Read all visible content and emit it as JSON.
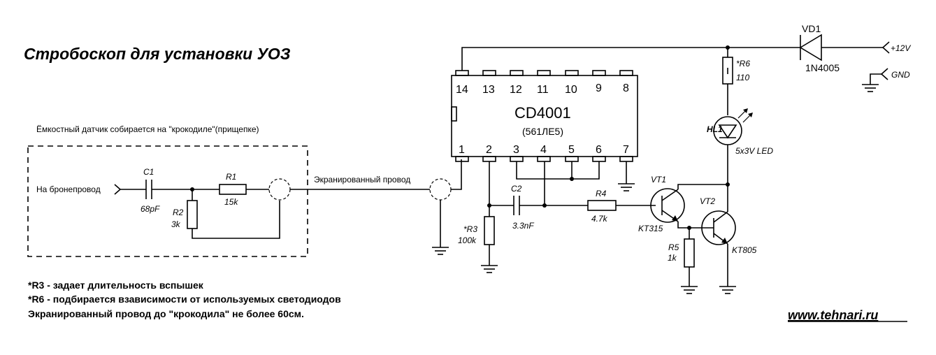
{
  "title": "Стробоскоп для установки УОЗ",
  "sensor_note": "Ёмкостный датчик собирается на \"крокодиле\"(прищепке)",
  "input_label": "На бронепровод",
  "shielded_wire_label": "Экранированный провод",
  "ic": {
    "name": "CD4001",
    "subname": "(561ЛЕ5)",
    "pins_top": [
      "14",
      "13",
      "12",
      "11",
      "10",
      "9",
      "8"
    ],
    "pins_bottom": [
      "1",
      "2",
      "3",
      "4",
      "5",
      "6",
      "7"
    ]
  },
  "components": {
    "c1": {
      "ref": "C1",
      "value": "68pF"
    },
    "r1": {
      "ref": "R1",
      "value": "15k"
    },
    "r2": {
      "ref": "R2",
      "value": "3k"
    },
    "r3": {
      "ref": "*R3",
      "value": "100k"
    },
    "c2": {
      "ref": "C2",
      "value": "3.3nF"
    },
    "r4": {
      "ref": "R4",
      "value": "4.7k"
    },
    "r5": {
      "ref": "R5",
      "value": "1k"
    },
    "r6": {
      "ref": "*R6",
      "value": "110"
    },
    "vd1": {
      "ref": "VD1",
      "value": "1N4005"
    },
    "hl1": {
      "ref": "HL1",
      "value": "5x3V LED"
    },
    "vt1": {
      "ref": "VT1",
      "value": "KT315"
    },
    "vt2": {
      "ref": "VT2",
      "value": "KT805"
    }
  },
  "power": {
    "plus": "+12V",
    "gnd": "GND"
  },
  "notes": [
    "*R3 - задает длительность вспышек",
    "*R6 - подбирается взависимости от используемых светодиодов",
    "Экранированный провод до \"крокодила\" не более 60см."
  ],
  "website": "www.tehnari.ru"
}
